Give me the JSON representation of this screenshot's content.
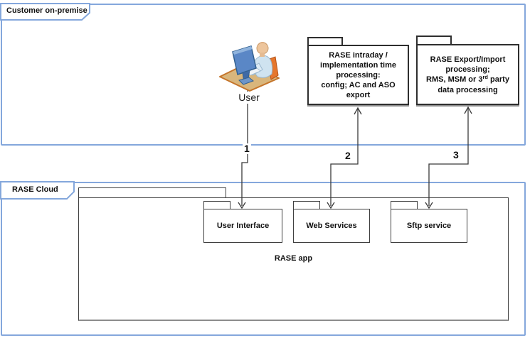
{
  "containers": {
    "customer": {
      "label": "Customer on-premise"
    },
    "cloud": {
      "label": "RASE Cloud"
    }
  },
  "actor": {
    "label": "User"
  },
  "onpremise_nodes": {
    "intraday": {
      "lines": [
        "RASE intraday /",
        "implementation time",
        "processing:",
        "config; AC and ASO",
        "export"
      ]
    },
    "export_import": {
      "line1": "RASE Export/Import",
      "line2": "processing;",
      "line3_pre": "RMS, MSM or 3",
      "line3_sup": "rd",
      "line3_post": " party",
      "line4": "data processing"
    }
  },
  "cloud_nodes": {
    "app_label": "RASE app",
    "services": [
      {
        "label": "User Interface"
      },
      {
        "label": "Web Services"
      },
      {
        "label": "Sftp service"
      }
    ]
  },
  "connectors": [
    {
      "label": "1"
    },
    {
      "label": "2"
    },
    {
      "label": "3"
    }
  ],
  "colors": {
    "container_border": "#84a7dc",
    "shape_border": "#2e2e2e",
    "shape_shadow": "#8c8c8c",
    "connector": "#3a3a3a",
    "desk": "#d9b67c",
    "monitor": "#5a87c6",
    "chair": "#e5762c",
    "skin": "#edc59c",
    "shirt": "#cfe3f0"
  }
}
